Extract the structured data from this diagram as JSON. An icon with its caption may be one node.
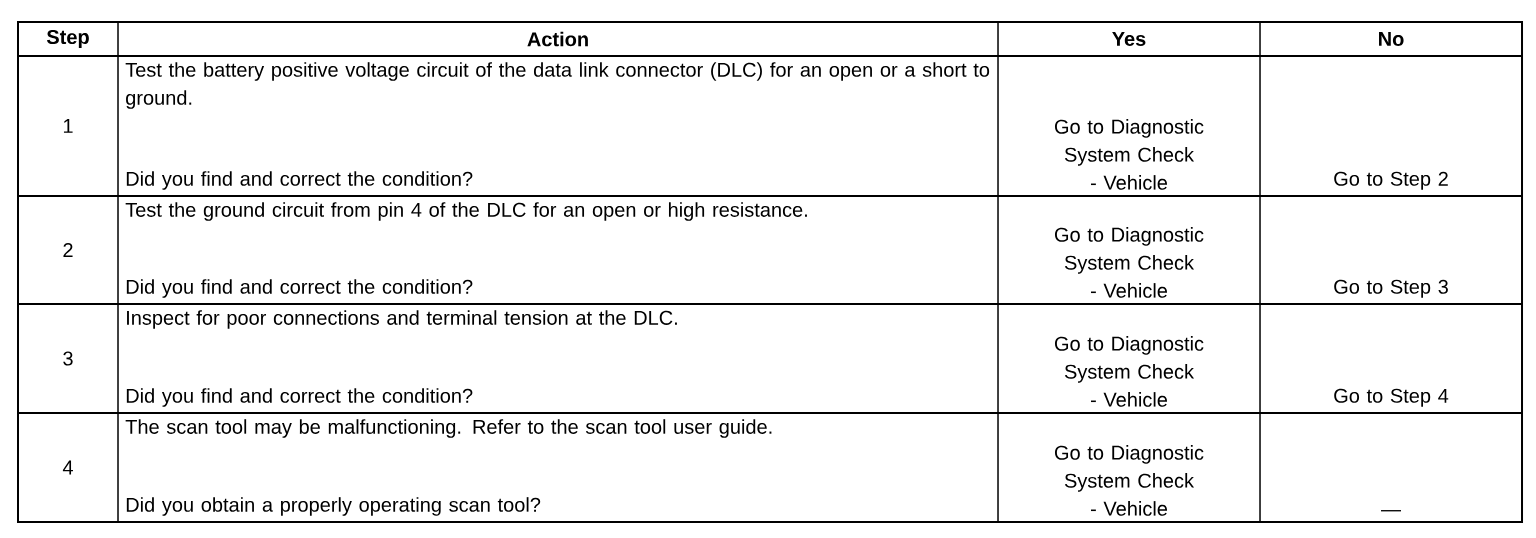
{
  "diagram": {
    "labels": [
      "Step",
      "Action",
      "Yes",
      "No",
      "1",
      "Test the battery positive voltage circuit of the data link connector (DLC) for an open or a short to ground.",
      "Did you find and correct the condition?",
      "Go to Diagnostic System Check - Vehicle",
      "Go to Step 2",
      "2",
      "Test the ground circuit from pin 4 of the DLC for an open or high resistance.",
      "Did you find and correct the condition?",
      "Go to Diagnostic System Check - Vehicle",
      "Go to Step 3",
      "3",
      "Inspect for poor connections and terminal tension at the DLC.",
      "Did you find and correct the condition?",
      "Go to Diagnostic System Check - Vehicle",
      "Go to Step 4",
      "4",
      "The scan tool may be malfunctioning. Refer to the scan tool user guide.",
      "Did you obtain a properly operating scan tool?",
      "Go to Diagnostic System Check - Vehicle",
      "—"
    ]
  }
}
